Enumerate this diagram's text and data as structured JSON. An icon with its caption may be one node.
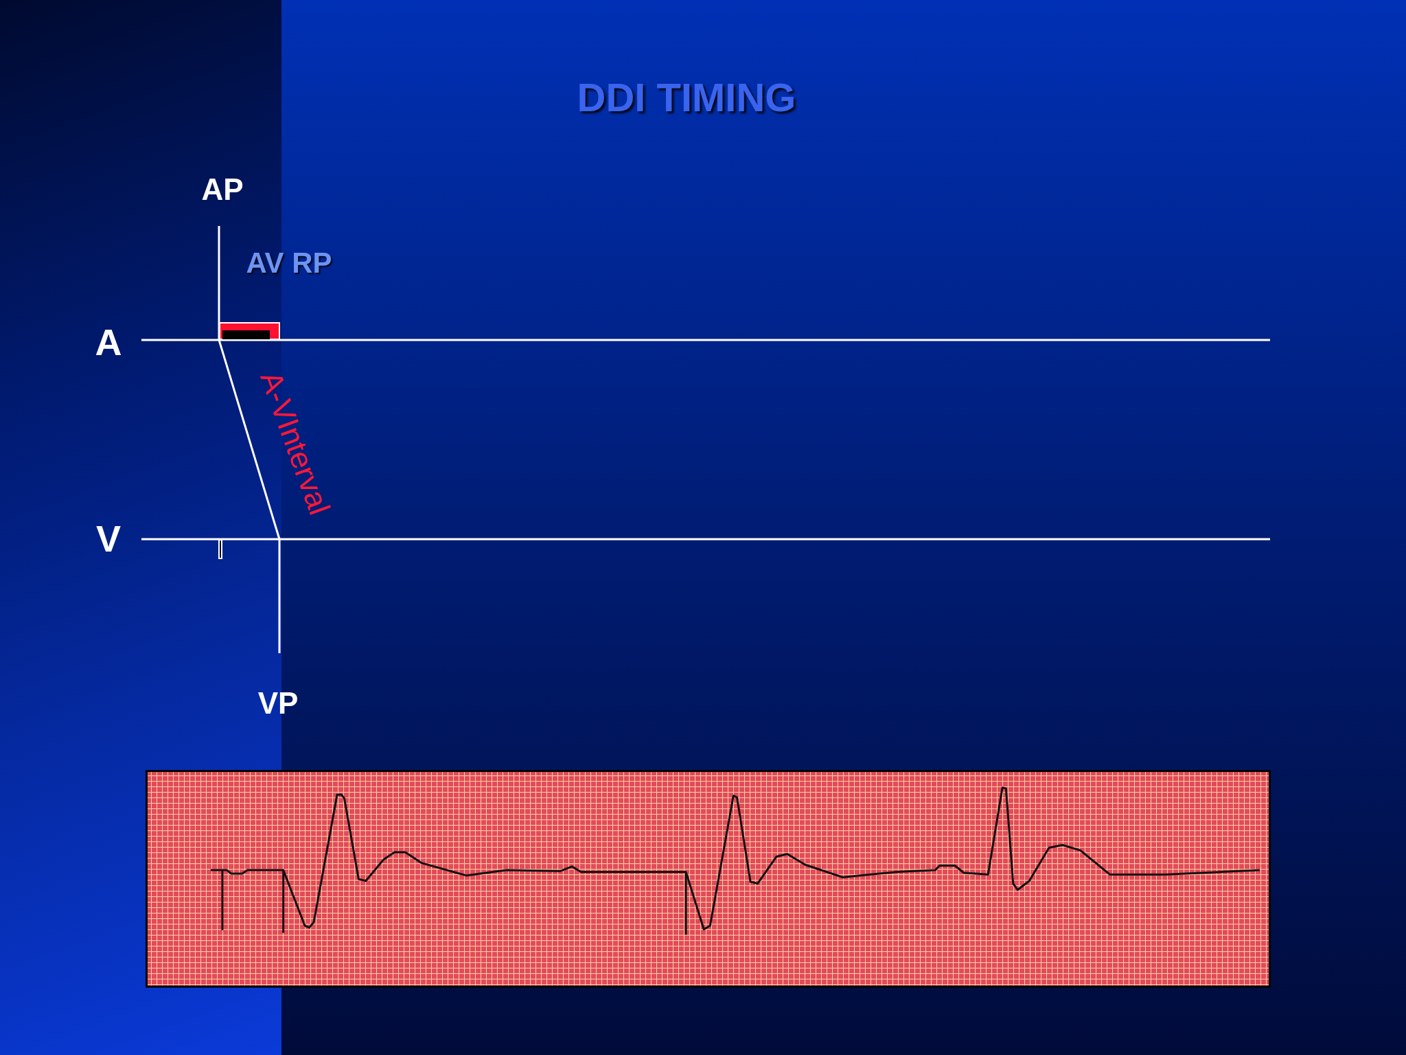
{
  "diagram": {
    "title": "DDI TIMING",
    "labels": [
      "AP",
      "AV RP",
      "A",
      "V",
      "A-VInterval",
      "VP"
    ]
  }
}
